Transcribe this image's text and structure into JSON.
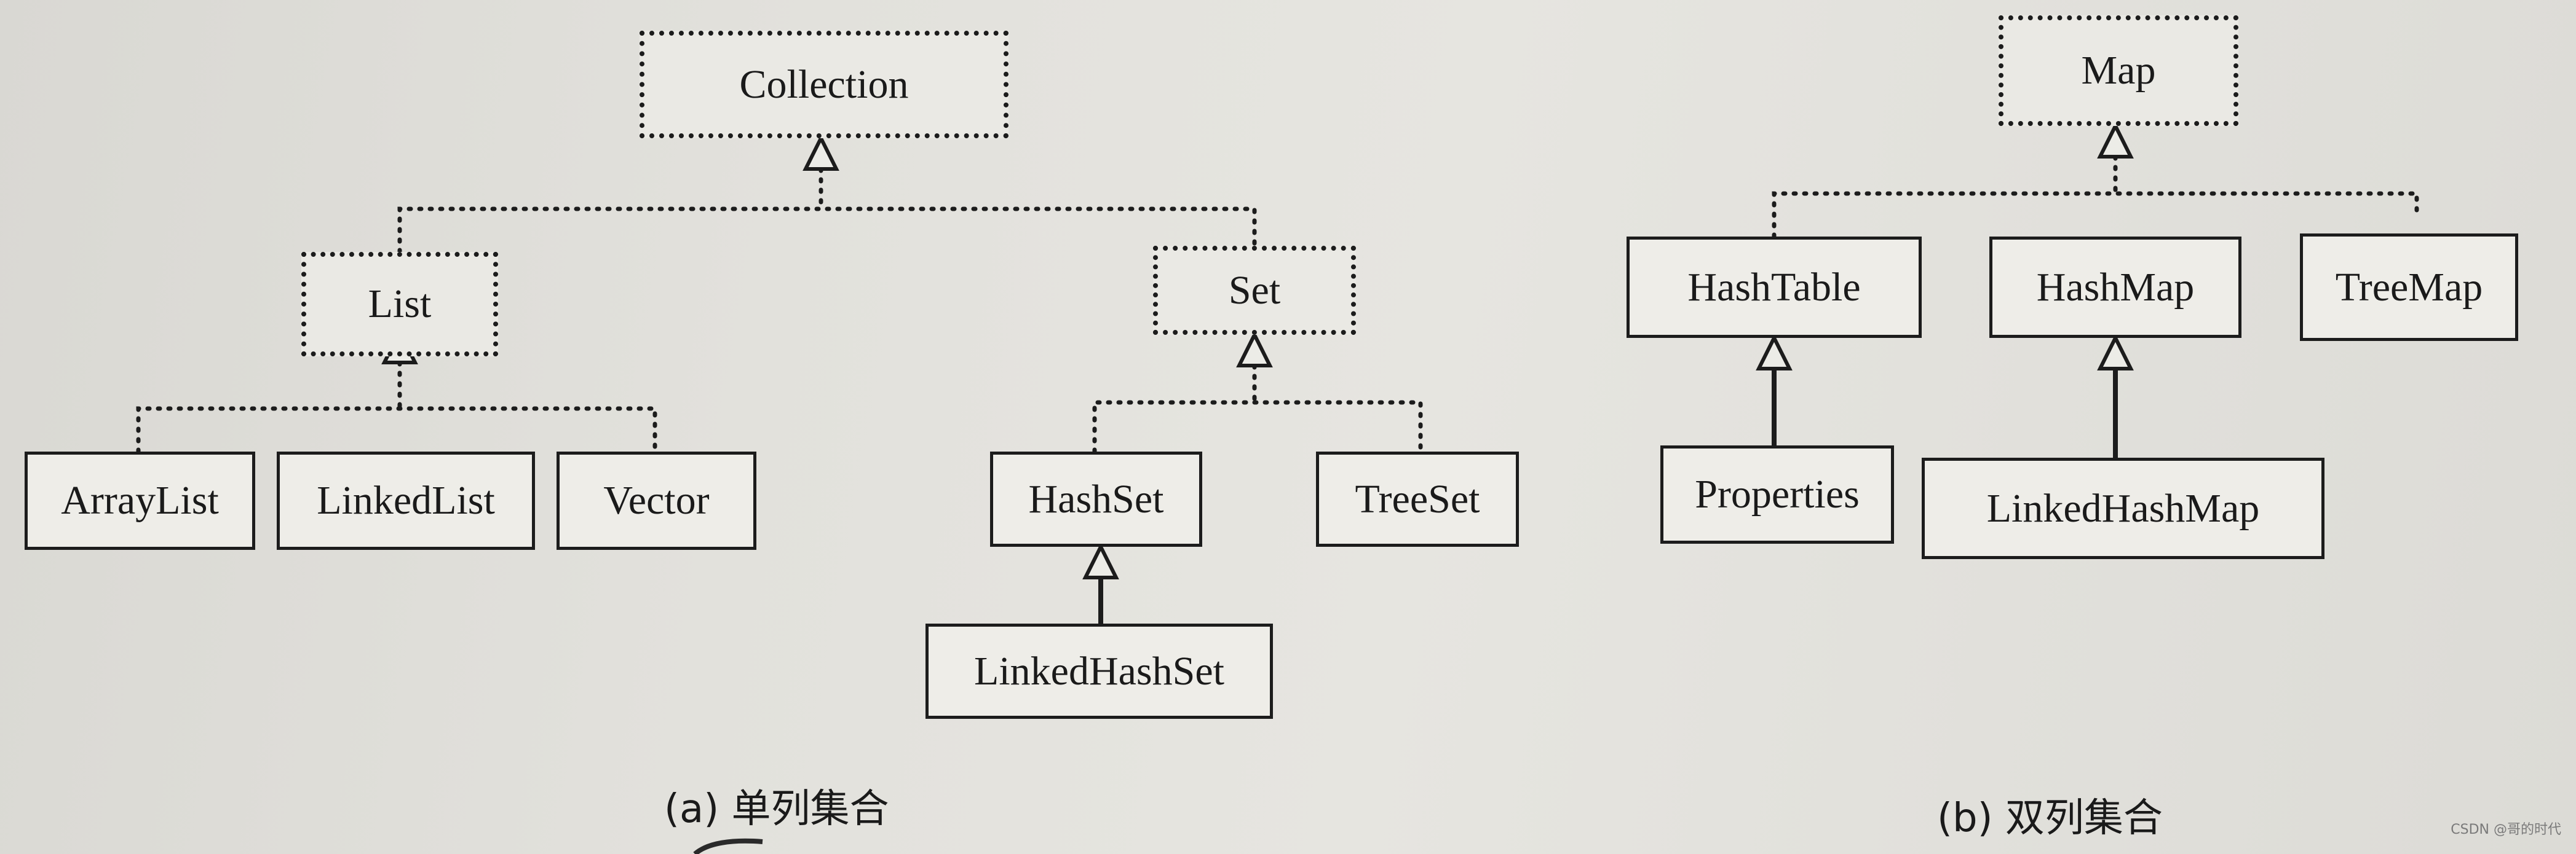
{
  "collection_tree": {
    "root": "Collection",
    "list": {
      "name": "List",
      "children": [
        "ArrayList",
        "LinkedList",
        "Vector"
      ]
    },
    "set": {
      "name": "Set",
      "hashset": "HashSet",
      "hashset_child": "LinkedHashSet",
      "treeset": "TreeSet"
    },
    "caption": "(a) 单列集合"
  },
  "map_tree": {
    "root": "Map",
    "hashtable": "HashTable",
    "hashtable_child": "Properties",
    "hashmap": "HashMap",
    "hashmap_child": "LinkedHashMap",
    "treemap": "TreeMap",
    "caption": "(b) 双列集合"
  },
  "watermark": "CSDN @哥的时代"
}
